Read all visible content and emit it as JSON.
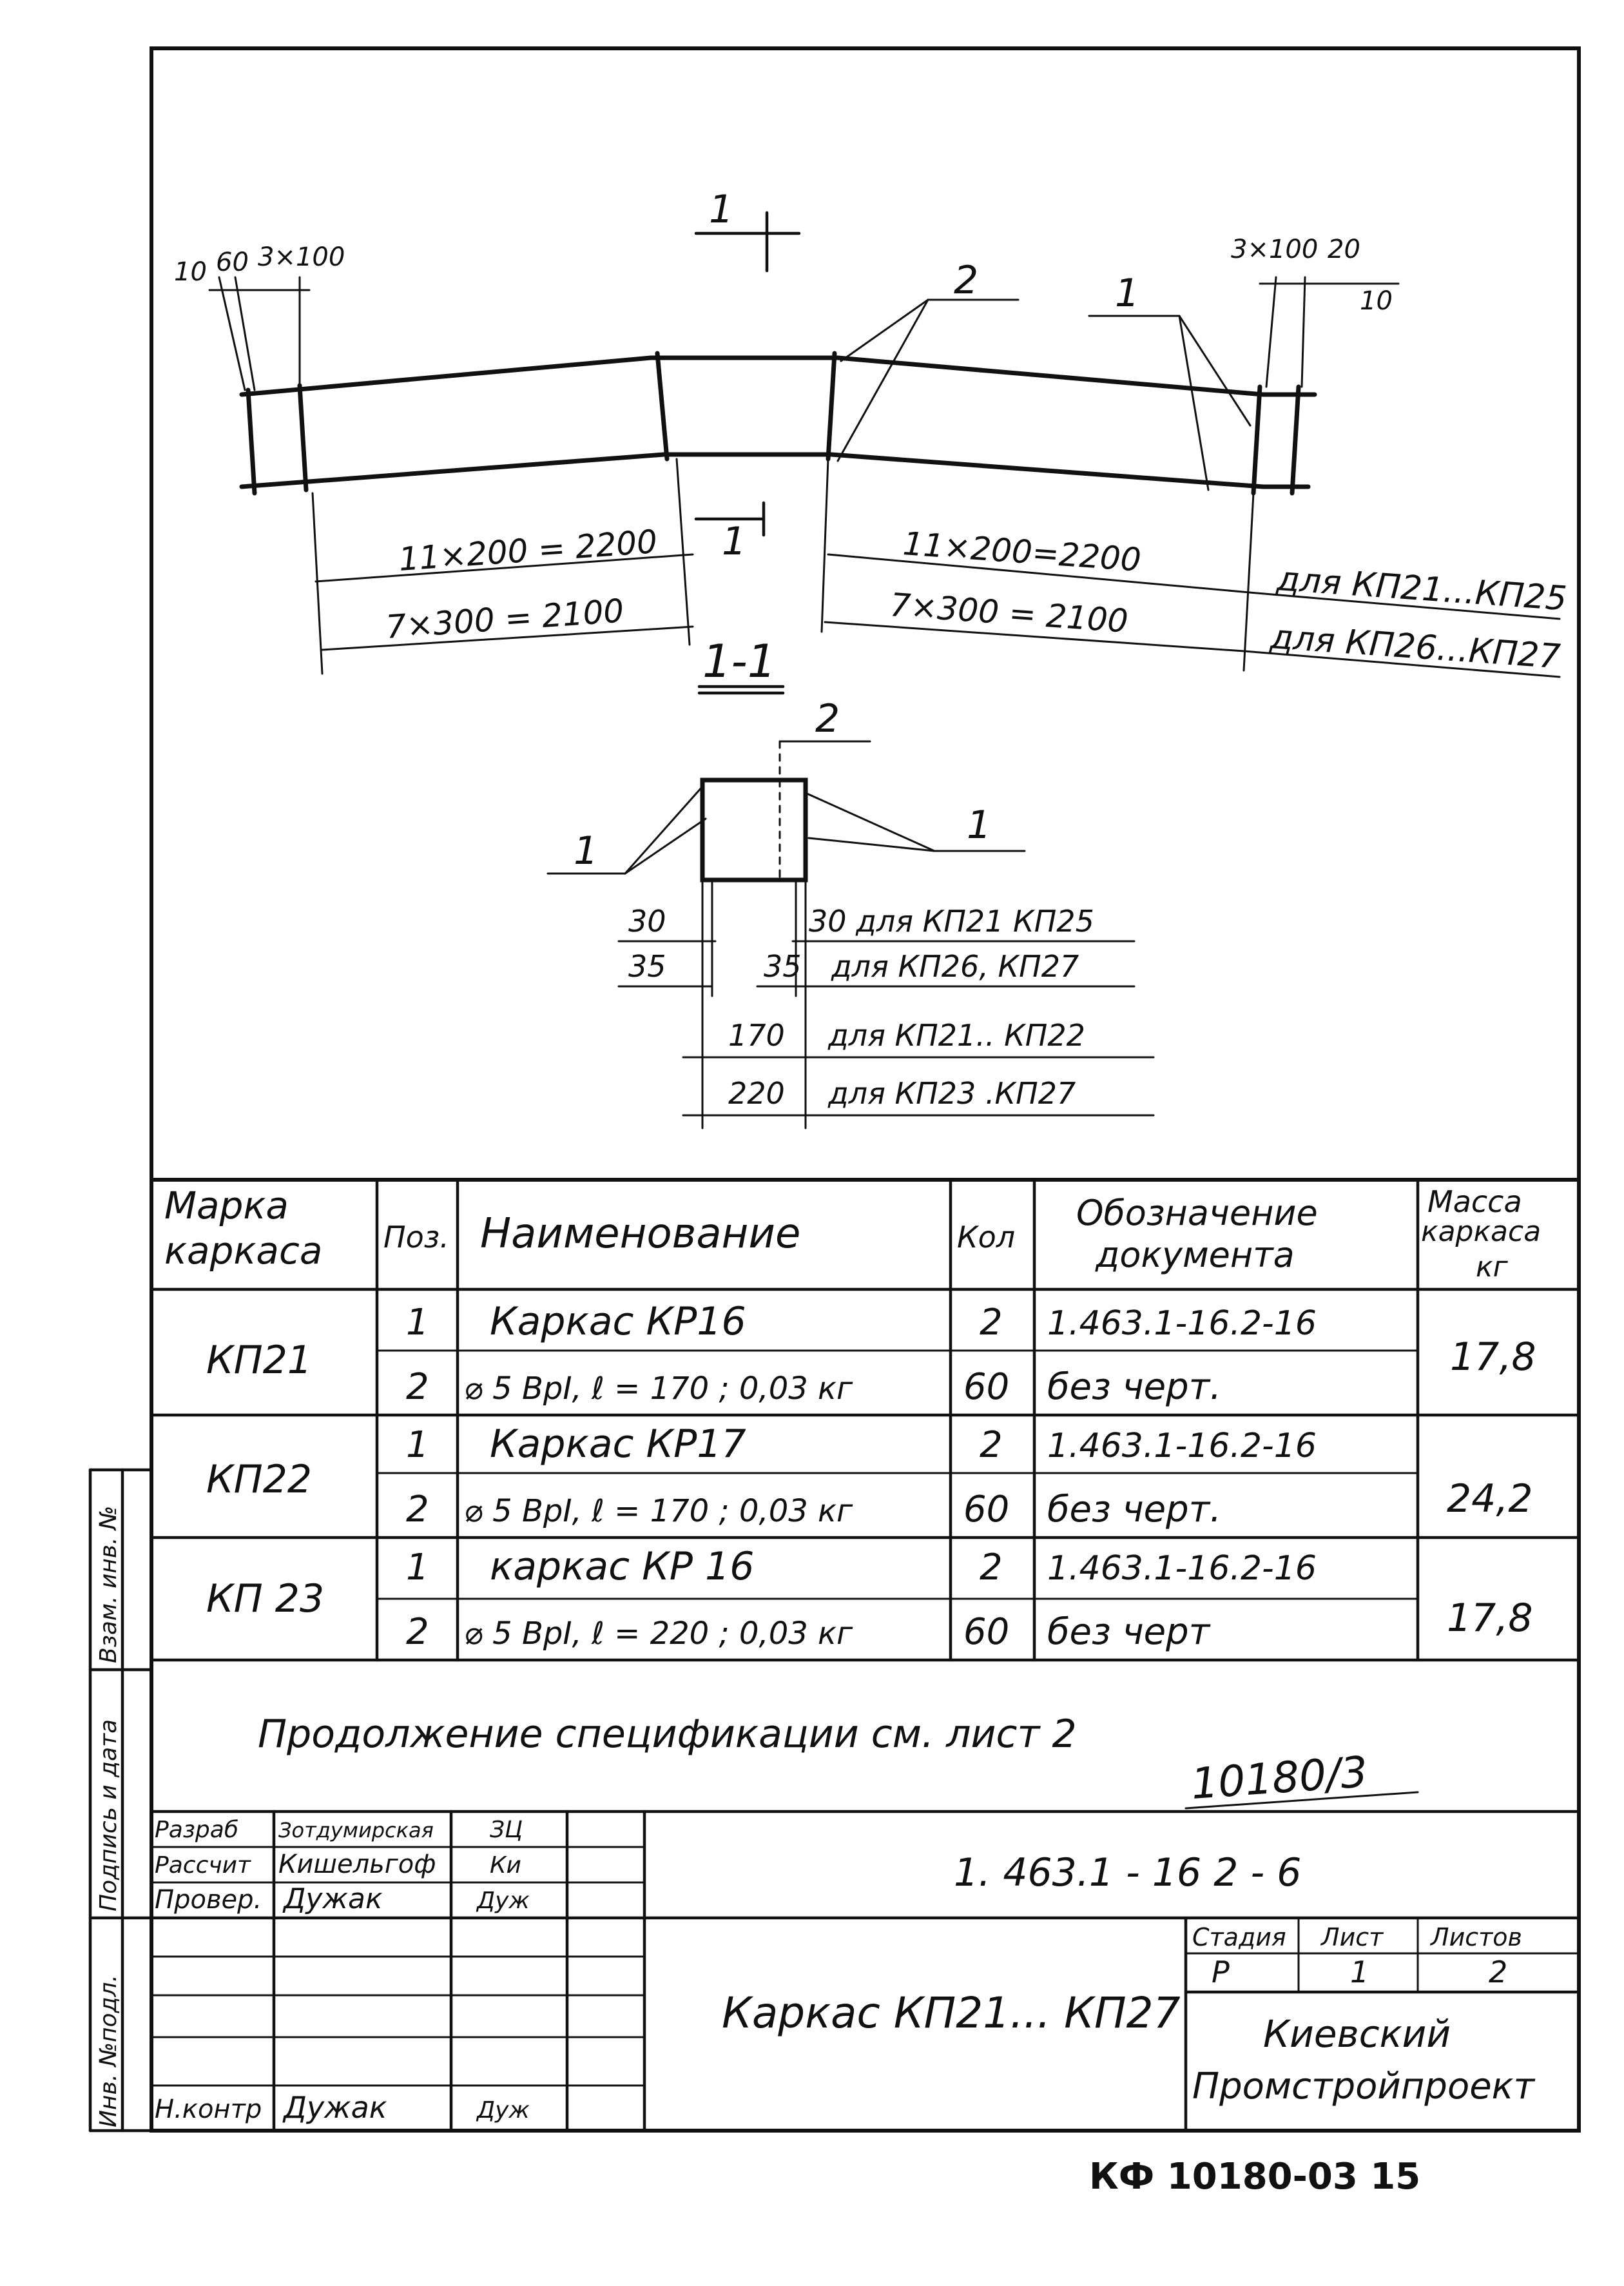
{
  "drawing": {
    "section_marker": "1",
    "section_title": "1-1",
    "top_dims": {
      "left": [
        "10",
        "60",
        "3×100"
      ],
      "right": [
        "3×100",
        "20",
        "10"
      ]
    },
    "pos_labels": {
      "pos1": "1",
      "pos2": "2"
    },
    "bottom_dims": {
      "left_a": "11×200 = 2200",
      "left_b": "7×300 = 2100",
      "right_a": "11×200=2200",
      "right_b": "7×300 = 2100",
      "note_a": "для КП21...КП25",
      "note_b": "для КП26...КП27"
    },
    "section_dims": {
      "d30": "30",
      "d35": "35",
      "d30_note": "30 для КП21 КП25",
      "d35_right": "35",
      "d35_note": "для КП26, КП27",
      "d170": "170",
      "d170_note": "для КП21.. КП22",
      "d220": "220",
      "d220_note": "для КП23 .КП27"
    }
  },
  "spec_table": {
    "headers": {
      "mark": "Марка каркаса",
      "mark_l1": "Марка",
      "mark_l2": "каркаса",
      "pos": "Поз.",
      "name": "Наименование",
      "qty": "Кол",
      "doc_l1": "Обозначение",
      "doc_l2": "документа",
      "mass_l1": "Масса",
      "mass_l2": "каркаса",
      "mass_l3": "кг"
    },
    "groups": [
      {
        "mark": "КП21",
        "mass": "17,8",
        "rows": [
          {
            "pos": "1",
            "name": "Каркас КР16",
            "qty": "2",
            "doc": "1.463.1-16.2-16"
          },
          {
            "pos": "2",
            "name": "⌀ 5 ВрI, ℓ = 170 ; 0,03 кг",
            "qty": "60",
            "doc": "без черт."
          }
        ]
      },
      {
        "mark": "КП22",
        "mass": "24,2",
        "rows": [
          {
            "pos": "1",
            "name": "Каркас КР17",
            "qty": "2",
            "doc": "1.463.1-16.2-16"
          },
          {
            "pos": "2",
            "name": "⌀ 5 ВрI, ℓ = 170 ; 0,03 кг",
            "qty": "60",
            "doc": "без черт."
          }
        ]
      },
      {
        "mark": "КП 23",
        "mass": "17,8",
        "rows": [
          {
            "pos": "1",
            "name": "каркас КР 16",
            "qty": "2",
            "doc": "1.463.1-16.2-16"
          },
          {
            "pos": "2",
            "name": "⌀ 5 ВрI, ℓ = 220 ; 0,03 кг",
            "qty": "60",
            "doc": "без черт"
          }
        ]
      }
    ],
    "continuation": "Продолжение спецификации см. лист 2",
    "sheet_ref": "10180/3"
  },
  "title_block": {
    "designation": "1. 463.1 - 16 2 - 6",
    "title": "Каркас КП21... КП27",
    "roles": [
      {
        "role": "Разраб",
        "name": "Зотдумирская",
        "sig": "ЗЦ"
      },
      {
        "role": "Рассчит",
        "name": "Кишельгоф",
        "sig": "Ки"
      },
      {
        "role": "Провер.",
        "name": "Дужак",
        "sig": "Дуж"
      },
      {
        "role": "Н.контр",
        "name": "Дужак",
        "sig": "Дуж"
      }
    ],
    "stage_label": "Стадия",
    "sheet_label": "Лист",
    "sheets_label": "Листов",
    "stage": "Р",
    "sheet": "1",
    "sheets": "2",
    "org_l1": "Киевский",
    "org_l2": "Промстройпроект"
  },
  "side_stamp": {
    "labels": [
      "Инв. №подл.",
      "Подпись и дата",
      "Взам. инв. №"
    ]
  },
  "footer_code": "КФ 10180-03 15"
}
